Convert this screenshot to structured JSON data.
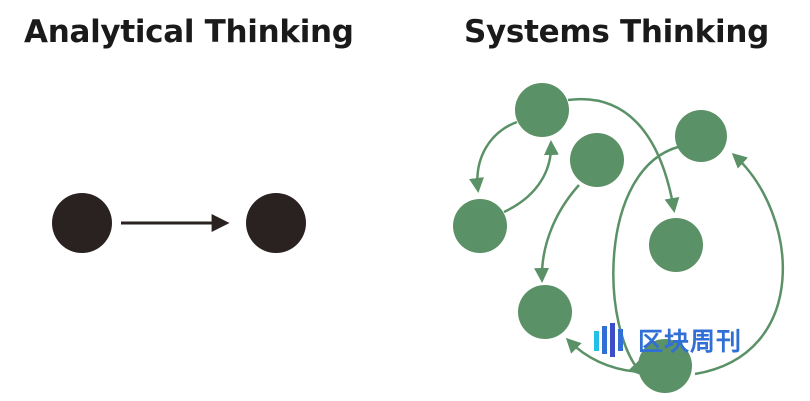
{
  "titles": {
    "left": "Analytical Thinking",
    "right": "Systems Thinking"
  },
  "watermark": {
    "text": "区块周刊"
  },
  "colors": {
    "analytical_node": "#2a2220",
    "systems_node": "#5b9166",
    "systems_edge": "#5b9166",
    "watermark": "#2f6fd6"
  }
}
